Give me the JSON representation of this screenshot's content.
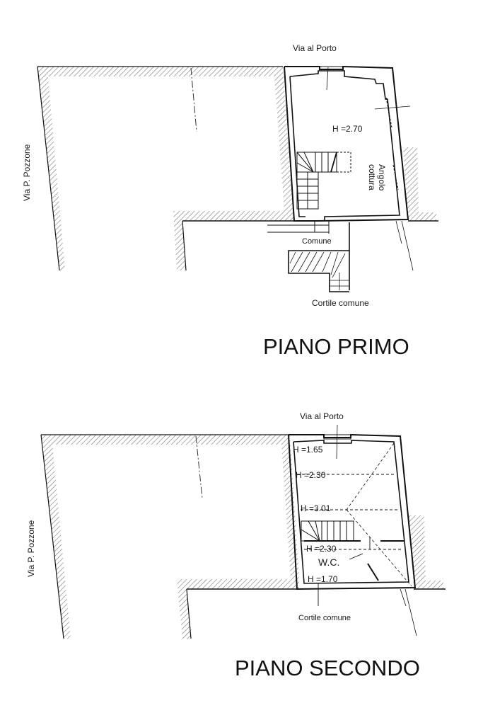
{
  "plans": [
    {
      "id": "piano-primo",
      "title": "PIANO PRIMO",
      "labels": {
        "street_top": "Via al Porto",
        "street_left": "Via P. Pozzone",
        "height": "H =2.70",
        "kitchen_line1": "Angolo",
        "kitchen_line2": "cottura",
        "common": "Comune",
        "courtyard": "Cortile comune"
      }
    },
    {
      "id": "piano-secondo",
      "title": "PIANO SECONDO",
      "labels": {
        "street_top": "Via al Porto",
        "street_left": "Via P. Pozzone",
        "heights": [
          "H =1.65",
          "H =2.30",
          "H =3.01",
          "H =2.30",
          "H =1.70"
        ],
        "wc": "W.C.",
        "courtyard": "Cortile comune"
      }
    }
  ],
  "colors": {
    "line": "#111111",
    "hatch": "#6b6b6b",
    "background": "#ffffff"
  }
}
